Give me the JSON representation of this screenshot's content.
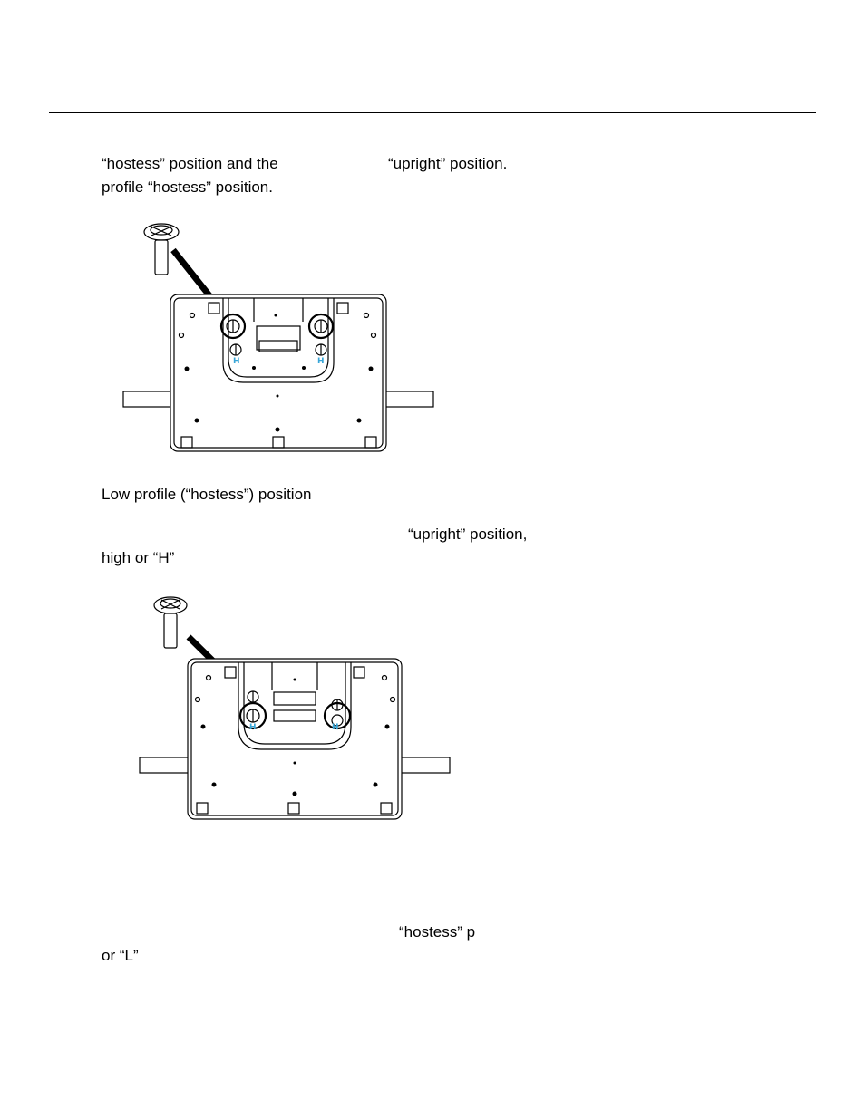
{
  "doc": {
    "para1": {
      "line1_part1": "“hostess” position and the",
      "line1_part2": "“upright” position.",
      "line2": "profile “hostess” position."
    },
    "figure1": {
      "caption": "Low profile (“hostess”) position",
      "mark_left": "H",
      "mark_right": "H"
    },
    "para2": {
      "line1": "“upright” position,",
      "line2": "high or “H”"
    },
    "figure2": {
      "mark_left": "H",
      "mark_right": "H"
    },
    "para3": {
      "line1": "“hostess” p",
      "line2": "or “L”"
    }
  }
}
